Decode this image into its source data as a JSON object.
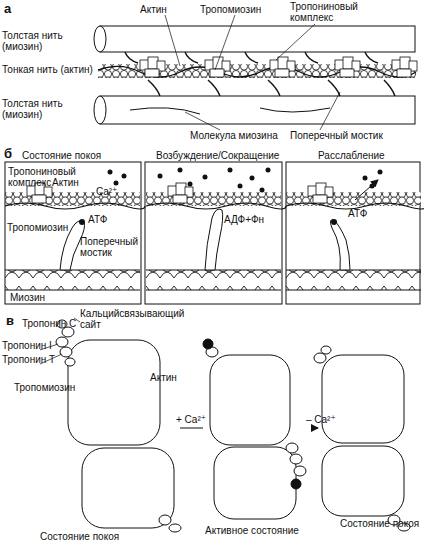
{
  "diagram": {
    "labels": [
      "а",
      "Актин",
      "Тропомиозин",
      "Тропониновый комплекс",
      "Толстая нить (миозин)",
      "Тонкая нить (актин)",
      "Толстая нить (миозин)",
      "Молекула миозина",
      "Поперечный мостик",
      "б",
      "Состояние покоя",
      "Возбуждение/Сокращение",
      "Расслабление",
      "Тропониновый комплекс",
      "Актин",
      "Ca²⁺",
      "Тропомиозин",
      "АТФ",
      "Поперечный мостик",
      "Миозин",
      "АДФ+Фн",
      "АТФ",
      "в",
      "Тропонин С",
      "Кальцийсвязывающий сайт",
      "Тропонин I",
      "Тропонин T",
      "Тропомиозин",
      "Актин",
      "+ Ca²⁺",
      "– Ca²⁺",
      "Состояние покоя",
      "Активное состояние",
      "Состояние покоя"
    ]
  }
}
